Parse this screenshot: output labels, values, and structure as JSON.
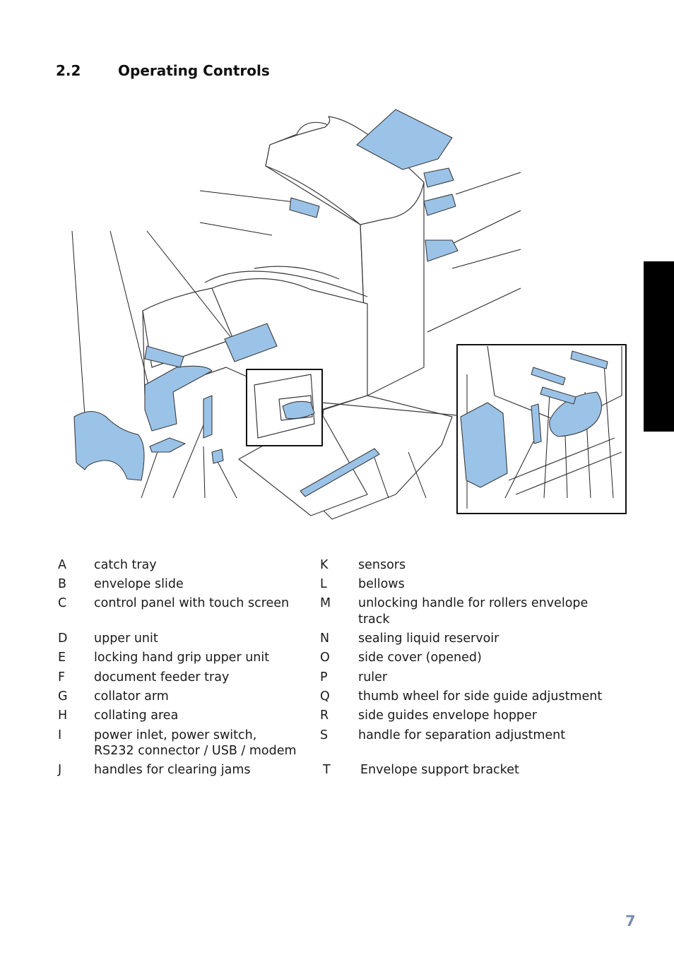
{
  "section": {
    "number": "2.2",
    "title": "Operating Controls"
  },
  "colors": {
    "part_fill": "#9bc3e8",
    "line": "#3a3a3a",
    "tab": "#000000",
    "page_number": "#7a8fb0"
  },
  "legend": [
    {
      "letter": "A",
      "text": "catch tray"
    },
    {
      "letter": "B",
      "text": "envelope slide"
    },
    {
      "letter": "C",
      "text": "control panel with touch screen"
    },
    {
      "letter": "D",
      "text": "upper unit"
    },
    {
      "letter": "E",
      "text": "locking hand grip upper unit"
    },
    {
      "letter": "F",
      "text": "document feeder tray"
    },
    {
      "letter": "G",
      "text": "collator arm"
    },
    {
      "letter": "H",
      "text": "collating area"
    },
    {
      "letter": "I",
      "text": "power inlet, power switch,",
      "text2": "RS232 connector / USB / modem"
    },
    {
      "letter": "J",
      "text": "handles for clearing jams"
    },
    {
      "letter": "K",
      "text": "sensors"
    },
    {
      "letter": "L",
      "text": "bellows"
    },
    {
      "letter": "M",
      "text": "unlocking handle for rollers envelope",
      "text2": "track"
    },
    {
      "letter": "N",
      "text": "sealing liquid reservoir"
    },
    {
      "letter": "O",
      "text": "side cover (opened)"
    },
    {
      "letter": "P",
      "text": "ruler"
    },
    {
      "letter": "Q",
      "text": "thumb wheel for side guide adjustment"
    },
    {
      "letter": "R",
      "text": "side guides envelope hopper"
    },
    {
      "letter": "S",
      "text": "handle for separation adjustment"
    },
    {
      "letter": "T",
      "text": "Envelope support bracket"
    }
  ],
  "page_number": "7"
}
